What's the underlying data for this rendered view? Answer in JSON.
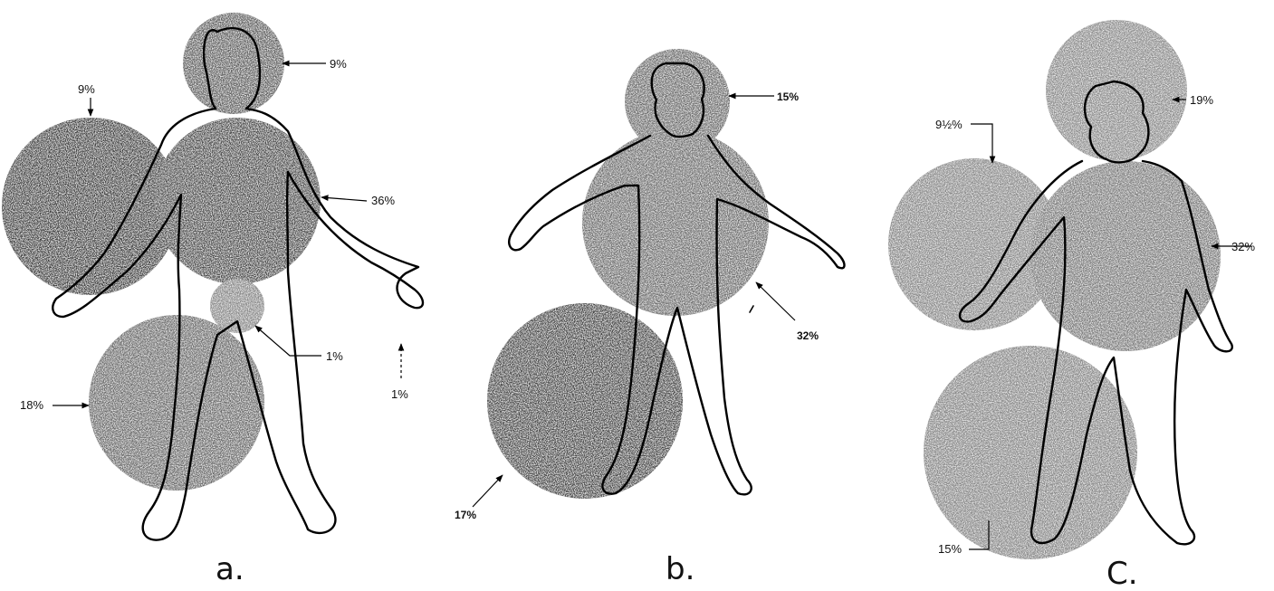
{
  "panels": [
    {
      "label": "a.",
      "percents": {
        "head": "9%",
        "arm": "9%",
        "trunk": "36%",
        "genitals": "1%",
        "leg": "18%",
        "other": "1%"
      }
    },
    {
      "label": "b.",
      "percents": {
        "head": "15%",
        "trunk": "32%",
        "leg": "17%"
      }
    },
    {
      "label": "C.",
      "percents": {
        "head": "19%",
        "arm": "9½%",
        "trunk": "32%",
        "leg": "15%"
      }
    }
  ],
  "colors": {
    "ink": "#000000",
    "shading_dark": "#3a3a3a",
    "shading_mid": "#6e6e6e",
    "shading_light": "#9a9a9a",
    "paper": "#ffffff"
  }
}
